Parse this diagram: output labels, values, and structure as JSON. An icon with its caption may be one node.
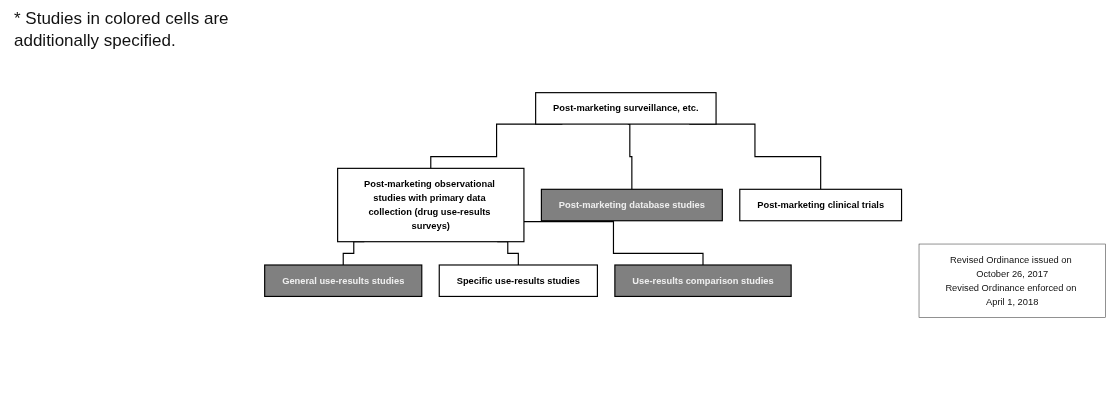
{
  "diagram": {
    "nodes": [
      {
        "text": [
          "Post-marketing surveillance, etc."
        ]
      },
      {
        "text": [
          "Post-marketing observational studies with primary data collection (drug use-results surveys)"
        ]
      },
      {
        "text": [
          "Post-marketing database studies"
        ]
      },
      {
        "text": [
          "Post-marketing clinical trials"
        ]
      },
      {
        "text": [
          "General use-results studies"
        ]
      },
      {
        "text": [
          "Specific use-results studies"
        ]
      },
      {
        "text": [
          "Use-results comparison studies"
        ]
      },
      {
        "text": [
          "Revised Ordinance issued on October 26, 2017",
          "Revised Ordinance enforced on April 1, 2018"
        ]
      }
    ],
    "edges": [
      {
        "from": 0,
        "to": 1,
        "arrow": "none"
      },
      {
        "from": 0,
        "to": 2,
        "arrow": "none"
      },
      {
        "from": 0,
        "to": 3,
        "arrow": "none"
      },
      {
        "from": 1,
        "to": 4,
        "arrow": "none"
      },
      {
        "from": 1,
        "to": 5,
        "arrow": "none"
      },
      {
        "from": 1,
        "to": 6,
        "arrow": "none"
      }
    ],
    "labels": [
      "* Studies in colored cells are additionally specified."
    ]
  }
}
